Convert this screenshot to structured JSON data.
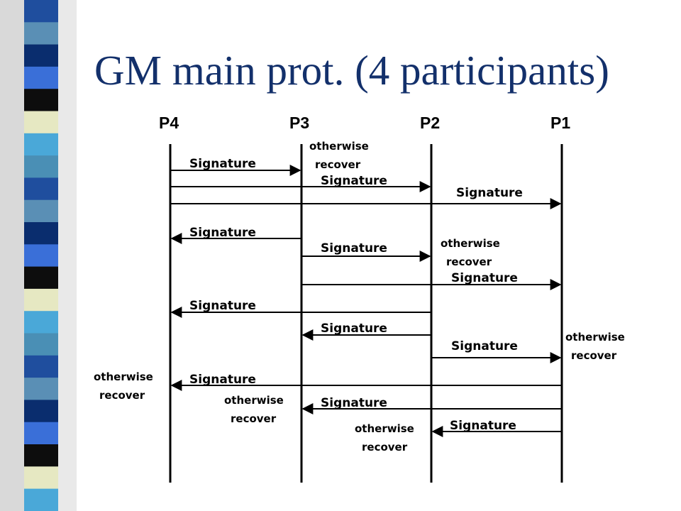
{
  "slide": {
    "title": "GM main prot. (4 participants)"
  },
  "colors": {
    "title": "#13306b",
    "stripes": [
      "#1f4e9e",
      "#5a8fb5",
      "#0a2d6e",
      "#3a6fd8",
      "#0d0d0d",
      "#e6e8c2",
      "#4aa8d8",
      "#4a8fb5"
    ]
  },
  "participants": [
    {
      "id": "p4",
      "label": "P4"
    },
    {
      "id": "p3",
      "label": "P3"
    },
    {
      "id": "p2",
      "label": "P2"
    },
    {
      "id": "p1",
      "label": "P1"
    }
  ],
  "messages": [
    {
      "from": "p4",
      "to": "p3",
      "label": "Signature"
    },
    {
      "from": "p4",
      "to": "p2",
      "label": "Signature"
    },
    {
      "from": "p4",
      "to": "p1",
      "label": "Signature"
    },
    {
      "from": "p3",
      "to": "p4",
      "label": "Signature"
    },
    {
      "from": "p3",
      "to": "p2",
      "label": "Signature"
    },
    {
      "from": "p3",
      "to": "p1",
      "label": "Signature"
    },
    {
      "from": "p2",
      "to": "p4",
      "label": "Signature"
    },
    {
      "from": "p2",
      "to": "p3",
      "label": "Signature"
    },
    {
      "from": "p2",
      "to": "p1",
      "label": "Signature"
    },
    {
      "from": "p1",
      "to": "p4",
      "label": "Signature"
    },
    {
      "from": "p1",
      "to": "p3",
      "label": "Signature"
    },
    {
      "from": "p1",
      "to": "p2",
      "label": "Signature"
    }
  ],
  "notes": [
    {
      "line1": "otherwise",
      "line2": "recover"
    },
    {
      "line1": "otherwise",
      "line2": "recover"
    },
    {
      "line1": "otherwise",
      "line2": "recover"
    },
    {
      "line1": "otherwise",
      "line2": "recover"
    },
    {
      "line1": "otherwise",
      "line2": "recover"
    },
    {
      "line1": "otherwise",
      "line2": "recover"
    }
  ]
}
